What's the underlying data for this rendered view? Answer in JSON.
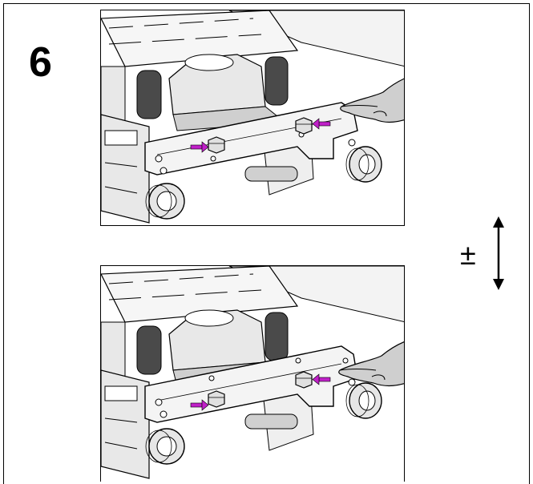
{
  "step": {
    "number": "6"
  },
  "adjustment": {
    "symbol": "±"
  },
  "colors": {
    "line": "#000000",
    "metal": "#e8e8e8",
    "shade": "#b8b8b8",
    "dark": "#4a4a4a",
    "arrow_accent": "#c020c8",
    "hand": "#cfcfcf"
  },
  "icons": {
    "top_illustration": "tilt-bracket-bolt-illustration",
    "bottom_illustration": "tilt-bracket-bolt-adjusted-illustration",
    "hand": "pointing-hand-icon",
    "direction": "up-down-arrow-icon"
  }
}
